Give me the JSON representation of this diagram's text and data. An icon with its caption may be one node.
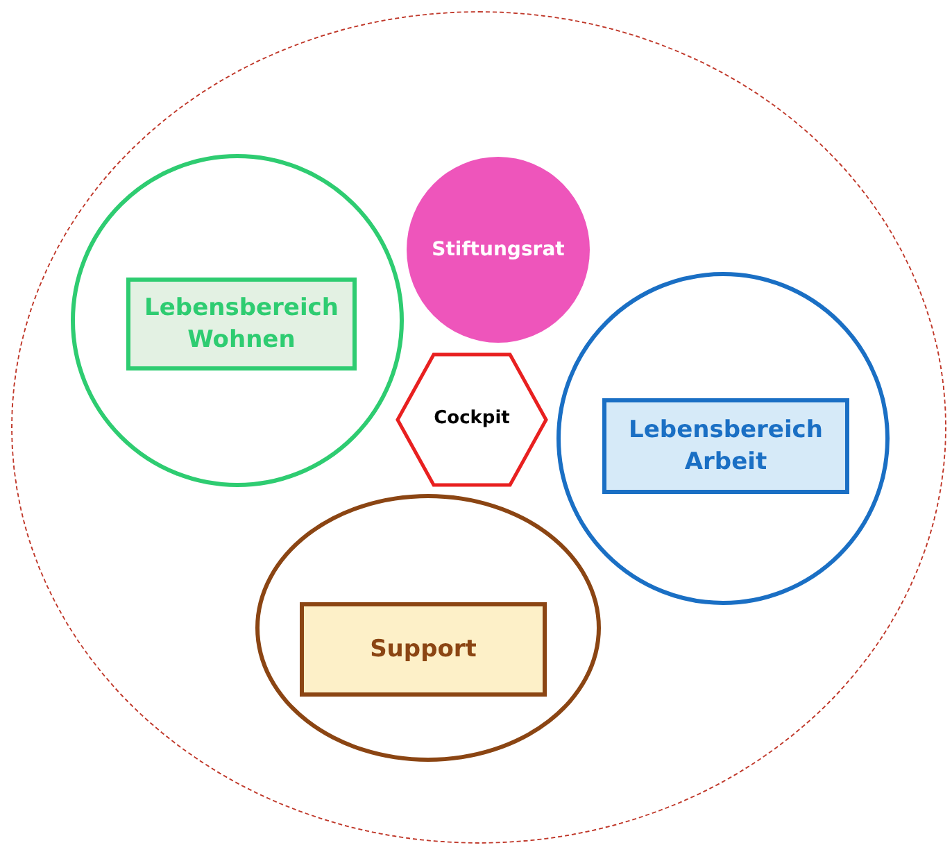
{
  "diagram": {
    "nodes": [
      {
        "text": [],
        "shape": "circle"
      },
      {
        "text": [],
        "shape": "circle",
        "in": 0
      },
      {
        "text": [
          "Lebensbereich Wohnen"
        ],
        "in": 1
      },
      {
        "text": [
          "Stiftungsrat"
        ],
        "in": 0
      },
      {
        "text": [
          "Cockpit"
        ],
        "in": 0
      },
      {
        "text": [],
        "shape": "circle",
        "in": 0
      },
      {
        "text": [
          "Lebensbereich Arbeit"
        ],
        "in": 5
      },
      {
        "text": [],
        "shape": "circle",
        "in": 0
      },
      {
        "text": [
          "Support"
        ],
        "in": 7
      }
    ]
  }
}
